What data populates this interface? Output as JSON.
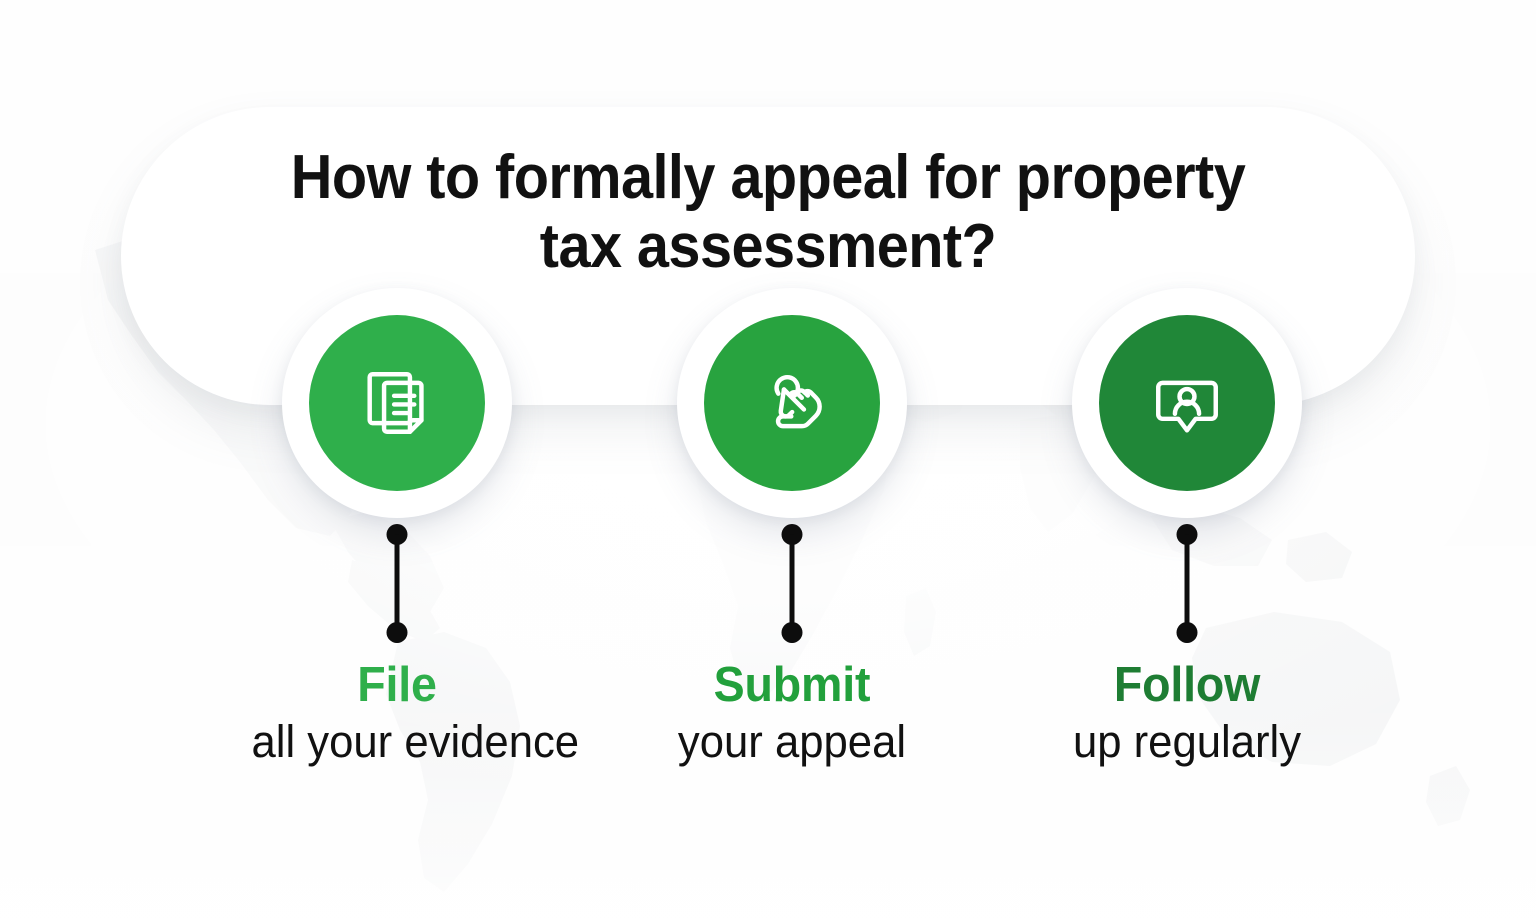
{
  "background": {
    "color": "#fdfdfd",
    "watermark_name": "world-map",
    "watermark_color": "#f0f1f2"
  },
  "card": {
    "title": "How to formally appeal for property tax assessment?",
    "background_color": "#ffffff",
    "title_color": "#111111"
  },
  "steps": [
    {
      "heading": "File",
      "subtext": "all your evidence",
      "icon": "documents-icon",
      "circle_color": "#2FAF4B",
      "heading_color": "#2FAF4B",
      "subtext_color": "#111111",
      "connector_color": "#0d0d0d"
    },
    {
      "heading": "Submit",
      "subtext": "your appeal",
      "icon": "tap-hand-icon",
      "circle_color": "#28A33F",
      "heading_color": "#22A03C",
      "subtext_color": "#111111",
      "connector_color": "#0d0d0d"
    },
    {
      "heading": "Follow",
      "subtext": "up regularly",
      "icon": "user-speech-bubble-icon",
      "circle_color": "#208738",
      "heading_color": "#1E7D33",
      "subtext_color": "#111111",
      "connector_color": "#0d0d0d"
    }
  ]
}
